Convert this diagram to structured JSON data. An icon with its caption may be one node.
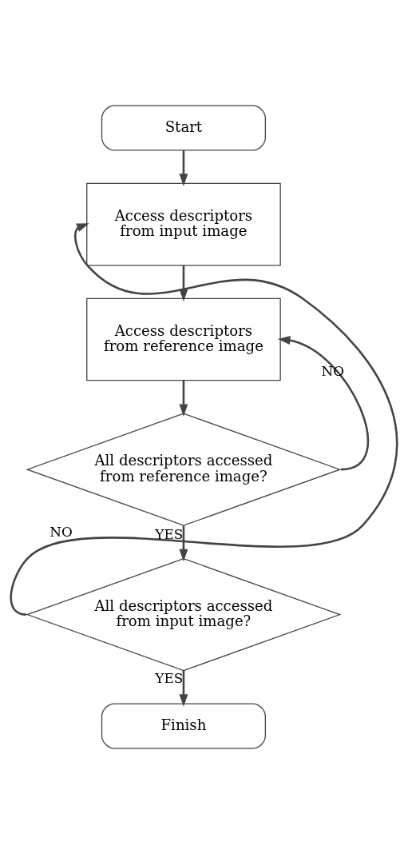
{
  "diagram": {
    "nodes": [
      {
        "text": [
          "Start"
        ]
      },
      {
        "text": [
          "Access descriptors from input image"
        ]
      },
      {
        "text": [
          "Access descriptors from reference image"
        ]
      },
      {
        "text": [
          "All descriptors accessed from reference image?"
        ]
      },
      {
        "text": [
          "All descriptors accessed from input image?"
        ]
      },
      {
        "text": [
          "Finish"
        ]
      }
    ],
    "edges": [
      {
        "from": 0,
        "to": 1,
        "arrow": "to"
      },
      {
        "from": 1,
        "to": 2,
        "arrow": "to"
      },
      {
        "from": 2,
        "to": 3,
        "arrow": "to"
      },
      {
        "from": 3,
        "to": 4,
        "arrow": "to",
        "label": "YES"
      },
      {
        "from": 4,
        "to": 5,
        "arrow": "to",
        "label": "YES"
      },
      {
        "from": 3,
        "to": 2,
        "arrow": "to",
        "label": "NO"
      },
      {
        "from": 4,
        "to": 1,
        "arrow": "to",
        "label": "NO"
      }
    ]
  }
}
